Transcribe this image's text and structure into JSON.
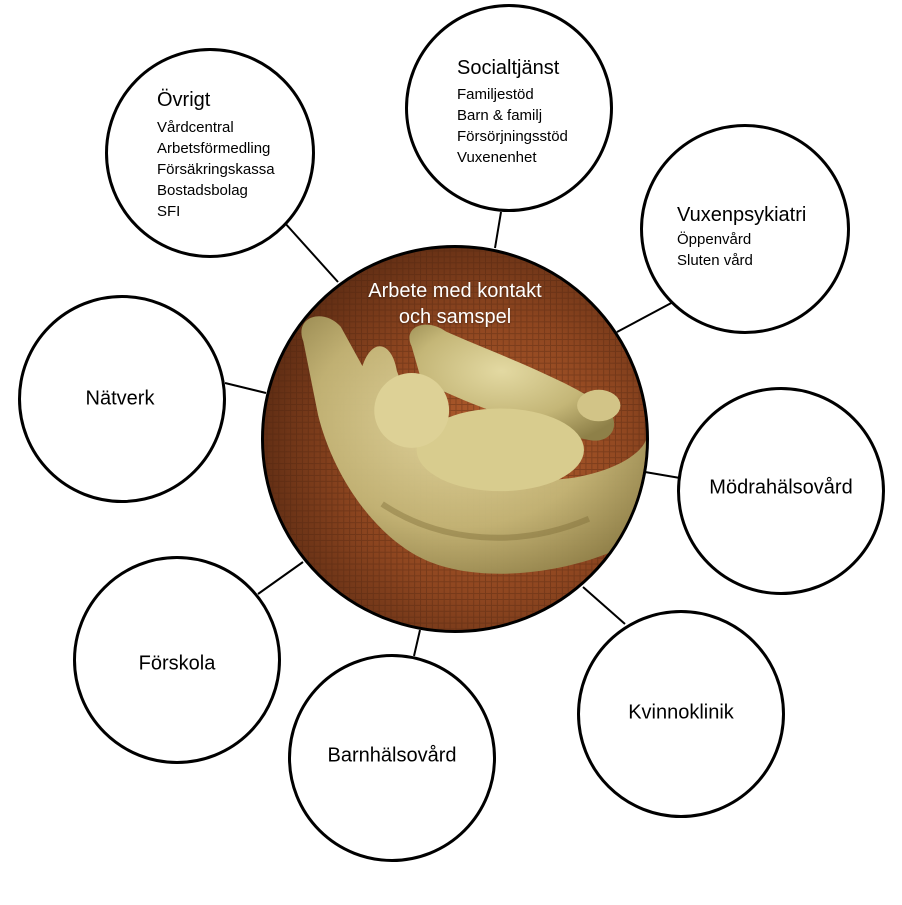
{
  "center": {
    "title_line1": "Arbete med kontakt",
    "title_line2": "och samspel"
  },
  "nodes": {
    "ovrigt": {
      "title": "Övrigt",
      "items": [
        "Vårdcentral",
        "Arbetsförmedling",
        "Försäkringskassa",
        "Bostadsbolag",
        "SFI"
      ]
    },
    "socialtjanst": {
      "title": "Socialtjänst",
      "items": [
        "Familjestöd",
        "Barn & familj",
        "Försörjningsstöd",
        "Vuxenenhet"
      ]
    },
    "vuxenpsykiatri": {
      "title": "Vuxenpsykiatri",
      "items": [
        "Öppenvård",
        "Sluten vård"
      ]
    },
    "natverk": {
      "title": "Nätverk"
    },
    "modrahalsovard": {
      "title": "Mödrahälsovård"
    },
    "forskola": {
      "title": "Förskola"
    },
    "barnhalsovard": {
      "title": "Barnhälsovård"
    },
    "kvinnoklinik": {
      "title": "Kvinnoklinik"
    }
  }
}
